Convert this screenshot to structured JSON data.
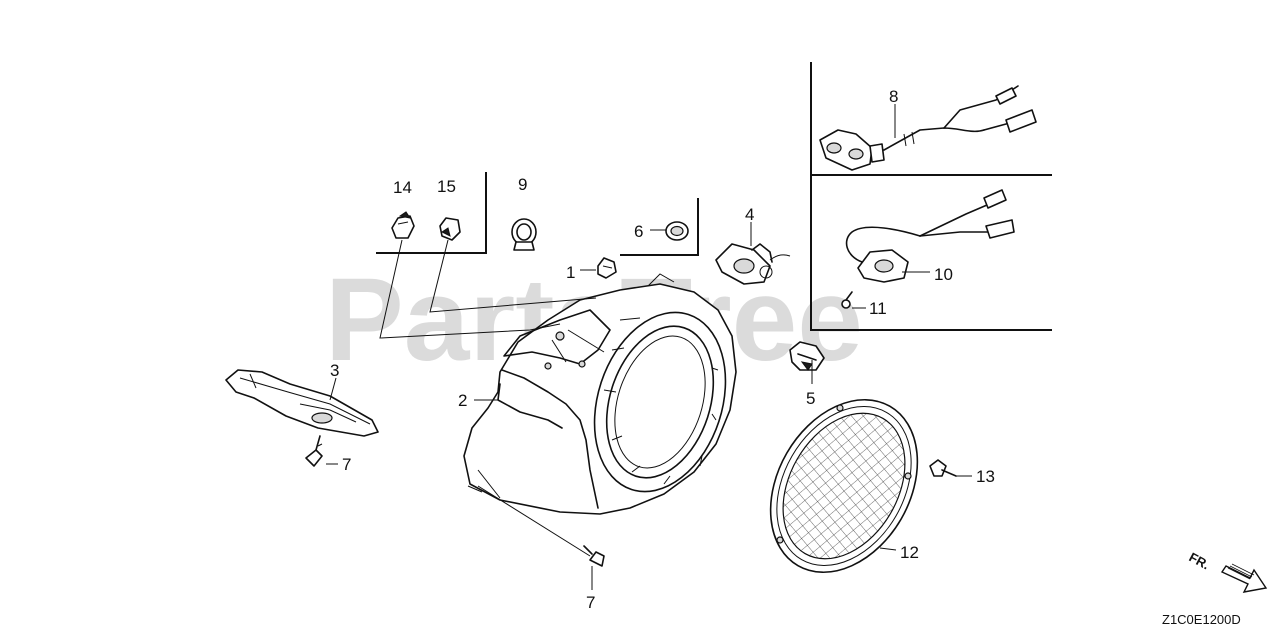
{
  "watermark": "PartsTree",
  "drawing_code": "Z1C0E1200D",
  "front_indicator": "FR.",
  "callouts": {
    "c1": "1",
    "c2": "2",
    "c3": "3",
    "c4": "4",
    "c5": "5",
    "c6": "6",
    "c7a": "7",
    "c7b": "7",
    "c8": "8",
    "c9": "9",
    "c10": "10",
    "c11": "11",
    "c12": "12",
    "c13": "13",
    "c14": "14",
    "c15": "15"
  }
}
